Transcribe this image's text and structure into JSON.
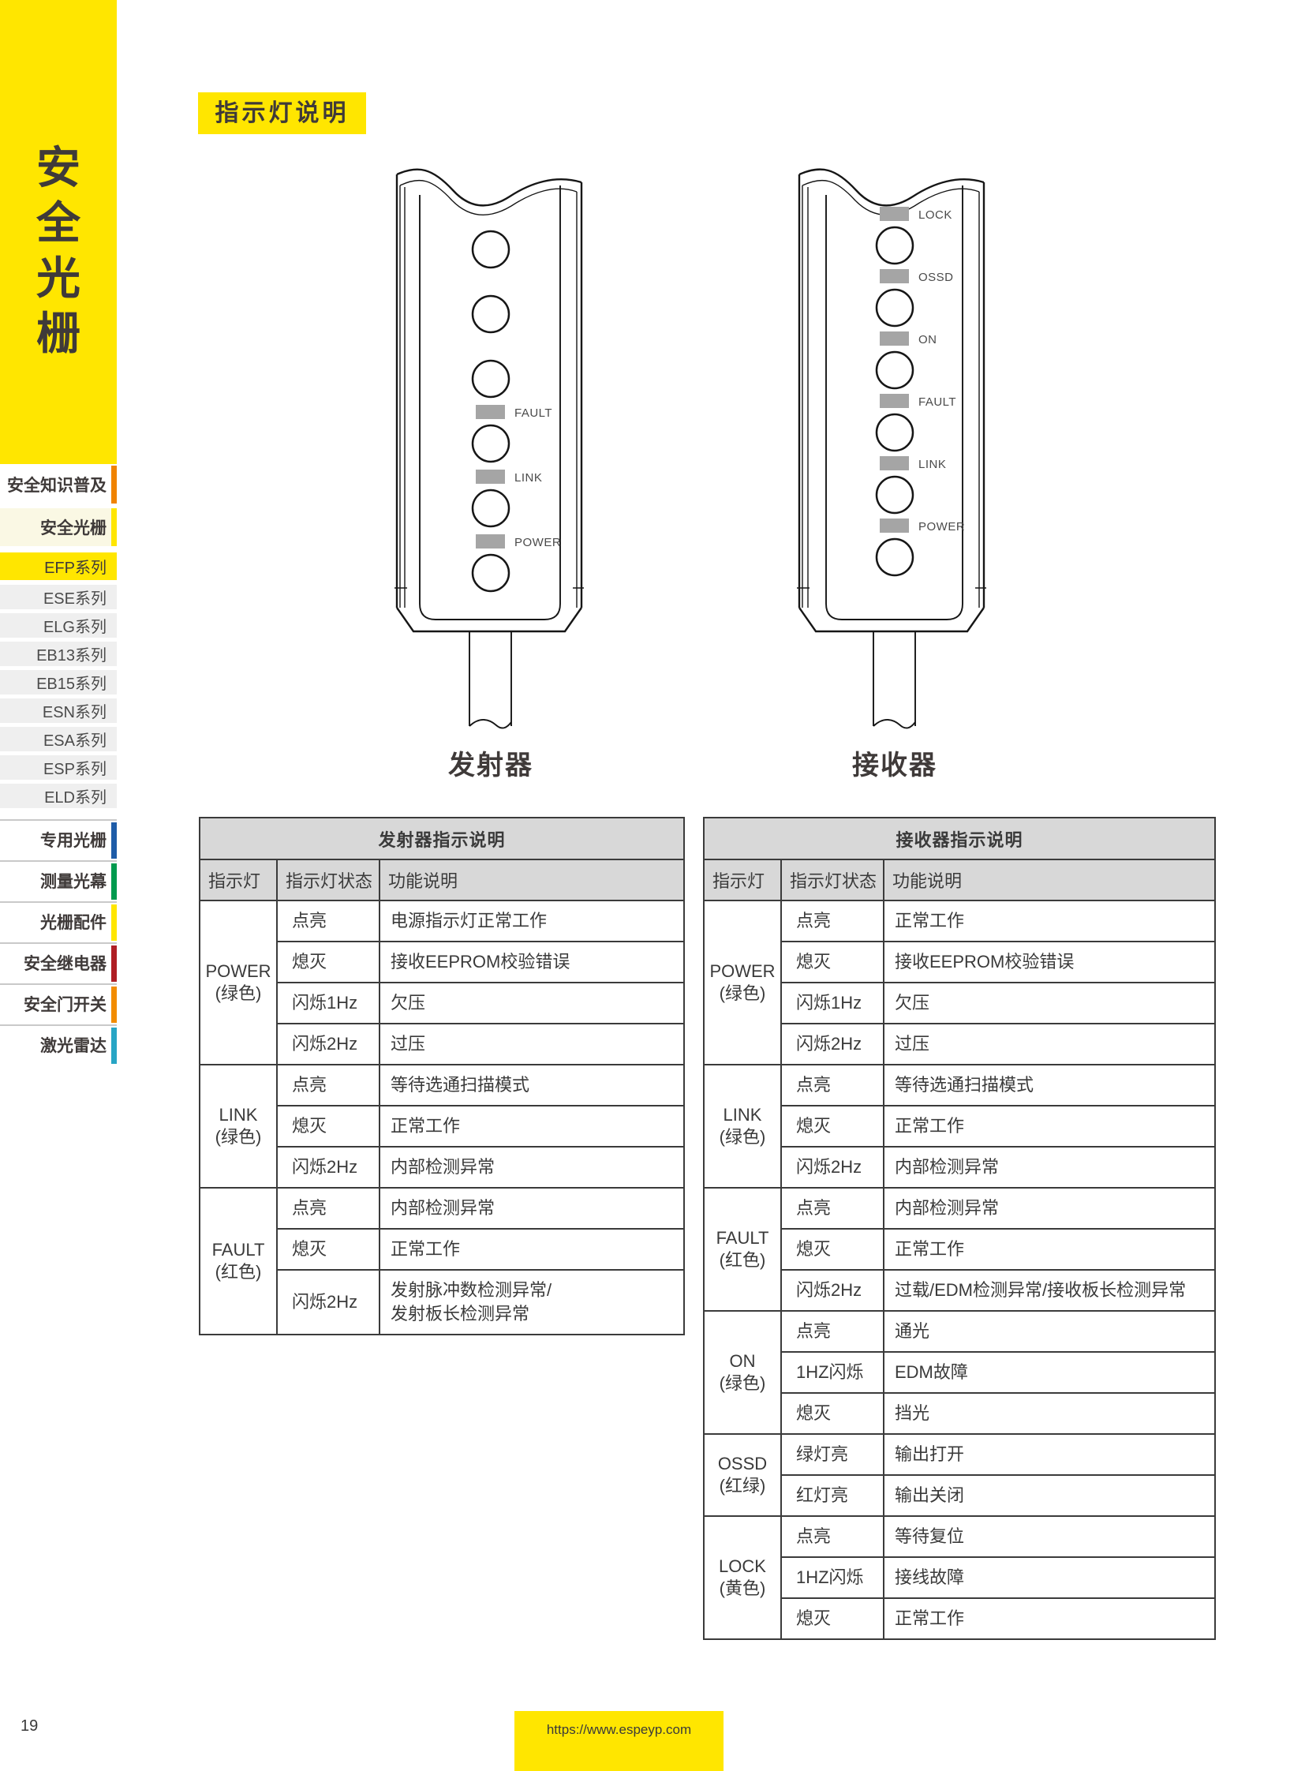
{
  "page": {
    "number": "19",
    "footer_url": "https://www.espeyp.com"
  },
  "sidebar": {
    "brand": "安全光栅",
    "accent_yellow": "#FFE600",
    "primary": [
      {
        "label": "安全知识普及",
        "bg": "#FFFFFF",
        "bar": "#F08300"
      },
      {
        "label": "安全光栅",
        "bg": "#FAF8E4",
        "bar": "#FFE600"
      }
    ],
    "active_series": "EFP系列",
    "series": [
      "ESE系列",
      "ELG系列",
      "EB13系列",
      "EB15系列",
      "ESN系列",
      "ESA系列",
      "ESP系列",
      "ELD系列"
    ],
    "categories": [
      {
        "label": "专用光栅",
        "bar": "#1E5CA8"
      },
      {
        "label": "测量光幕",
        "bar": "#009A4E"
      },
      {
        "label": "光栅配件",
        "bar": "#FFE600"
      },
      {
        "label": "安全继电器",
        "bar": "#AF1E24"
      },
      {
        "label": "安全门开关",
        "bar": "#F28C00"
      },
      {
        "label": "激光雷达",
        "bar": "#27A5C5"
      }
    ]
  },
  "content": {
    "section_title": "指示灯说明",
    "devices": [
      {
        "caption": "发射器",
        "lights": [
          "",
          "",
          "",
          "FAULT",
          "LINK",
          "POWER"
        ]
      },
      {
        "caption": "接收器",
        "lights": [
          "LOCK",
          "OSSD",
          "ON",
          "FAULT",
          "LINK",
          "POWER"
        ]
      }
    ],
    "tables": [
      {
        "title": "发射器指示说明",
        "columns": [
          "指示灯",
          "指示灯状态",
          "功能说明"
        ],
        "groups": [
          {
            "light": "POWER",
            "color": "(绿色)",
            "rows": [
              [
                "点亮",
                "电源指示灯正常工作"
              ],
              [
                "熄灭",
                "接收EEPROM校验错误"
              ],
              [
                "闪烁1Hz",
                "欠压"
              ],
              [
                "闪烁2Hz",
                "过压"
              ]
            ]
          },
          {
            "light": "LINK",
            "color": "(绿色)",
            "rows": [
              [
                "点亮",
                "等待选通扫描模式"
              ],
              [
                "熄灭",
                "正常工作"
              ],
              [
                "闪烁2Hz",
                "内部检测异常"
              ]
            ]
          },
          {
            "light": "FAULT",
            "color": "(红色)",
            "rows": [
              [
                "点亮",
                "内部检测异常"
              ],
              [
                "熄灭",
                "正常工作"
              ],
              [
                "闪烁2Hz",
                "发射脉冲数检测异常/\n发射板长检测异常"
              ]
            ]
          }
        ]
      },
      {
        "title": "接收器指示说明",
        "columns": [
          "指示灯",
          "指示灯状态",
          "功能说明"
        ],
        "groups": [
          {
            "light": "POWER",
            "color": "(绿色)",
            "rows": [
              [
                "点亮",
                "正常工作"
              ],
              [
                "熄灭",
                "接收EEPROM校验错误"
              ],
              [
                "闪烁1Hz",
                "欠压"
              ],
              [
                "闪烁2Hz",
                "过压"
              ]
            ]
          },
          {
            "light": "LINK",
            "color": "(绿色)",
            "rows": [
              [
                "点亮",
                "等待选通扫描模式"
              ],
              [
                "熄灭",
                "正常工作"
              ],
              [
                "闪烁2Hz",
                "内部检测异常"
              ]
            ]
          },
          {
            "light": "FAULT",
            "color": "(红色)",
            "rows": [
              [
                "点亮",
                "内部检测异常"
              ],
              [
                "熄灭",
                "正常工作"
              ],
              [
                "闪烁2Hz",
                "过载/EDM检测异常/接收板长检测异常"
              ]
            ]
          },
          {
            "light": "ON",
            "color": "(绿色)",
            "rows": [
              [
                "点亮",
                "通光"
              ],
              [
                "1HZ闪烁",
                "EDM故障"
              ],
              [
                "熄灭",
                "挡光"
              ]
            ]
          },
          {
            "light": "OSSD",
            "color": "(红绿)",
            "rows": [
              [
                "绿灯亮",
                "输出打开"
              ],
              [
                "红灯亮",
                "输出关闭"
              ]
            ]
          },
          {
            "light": "LOCK",
            "color": "(黄色)",
            "rows": [
              [
                "点亮",
                "等待复位"
              ],
              [
                "1HZ闪烁",
                "接线故障"
              ],
              [
                "熄灭",
                "正常工作"
              ]
            ]
          }
        ]
      }
    ]
  }
}
